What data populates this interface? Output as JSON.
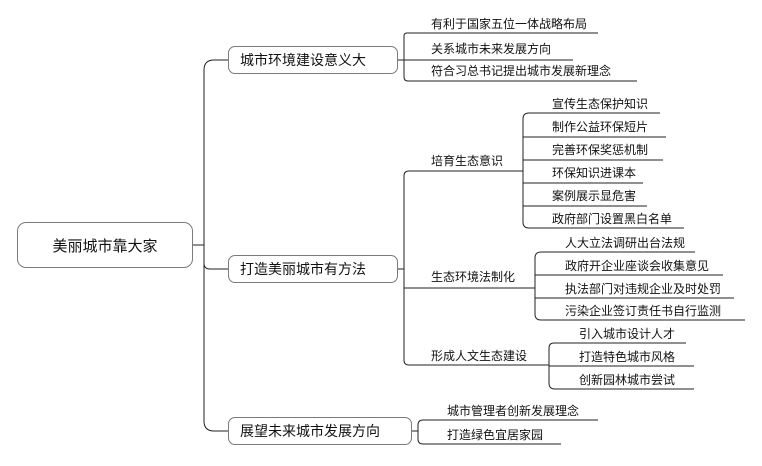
{
  "root": "美丽城市靠大家",
  "branches": [
    {
      "label": "城市环境建设意义大",
      "leaves": [
        "有利于国家五位一体战略布局",
        "关系城市未来发展方向",
        "符合习总书记提出城市发展新理念"
      ]
    },
    {
      "label": "打造美丽城市有方法",
      "subs": [
        {
          "label": "培育生态意识",
          "leaves": [
            "宣传生态保护知识",
            "制作公益环保短片",
            "完善环保奖惩机制",
            "环保知识进课本",
            "案例展示显危害",
            "政府部门设置黑白名单"
          ]
        },
        {
          "label": "生态环境法制化",
          "leaves": [
            "人大立法调研出台法规",
            "政府开企业座谈会收集意见",
            "执法部门对违规企业及时处罚",
            "污染企业签订责任书自行监测"
          ]
        },
        {
          "label": "形成人文生态建设",
          "leaves": [
            "引入城市设计人才",
            "打造特色城市风格",
            "创新园林城市尝试"
          ]
        }
      ]
    },
    {
      "label": "展望未来城市发展方向",
      "leaves": [
        "城市管理者创新发展理念",
        "打造绿色宜居家园"
      ]
    }
  ]
}
